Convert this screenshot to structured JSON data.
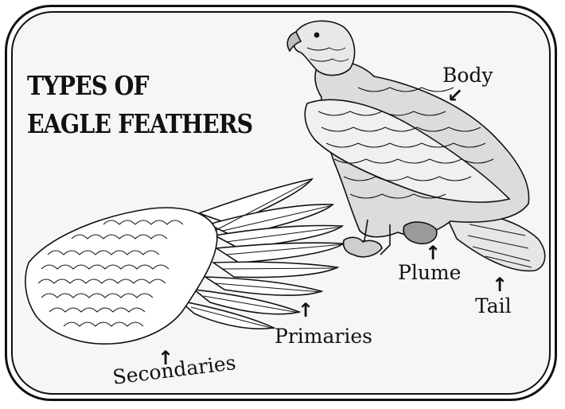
{
  "title": {
    "line1": "TYPES OF",
    "line2": "EAGLE FEATHERS"
  },
  "labels": {
    "body": "Body",
    "plume": "Plume",
    "tail": "Tail",
    "primaries": "Primaries",
    "secondaries": "Secondaries"
  },
  "icons": {
    "arrow_diag": "↙",
    "arrow_up": "↑"
  },
  "colors": {
    "ink": "#111111",
    "paper": "#f6f6f5",
    "feather_shade": "#cfcfcf"
  }
}
